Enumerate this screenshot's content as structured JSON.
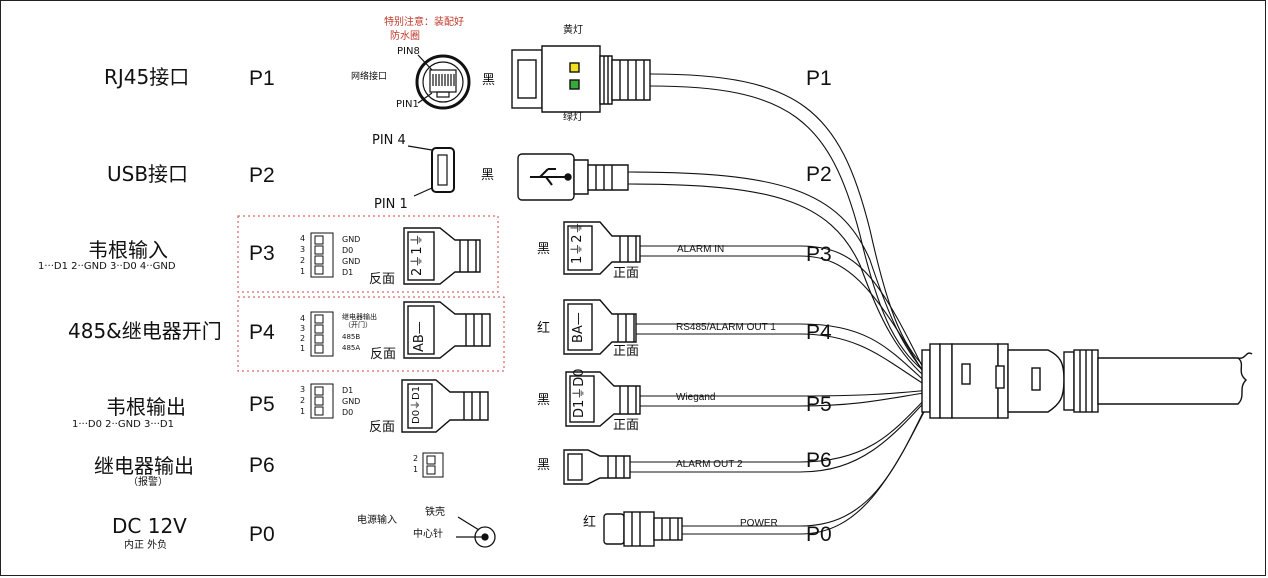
{
  "note": {
    "line1": "特别注意：装配好",
    "line2": "防水圈"
  },
  "rows": [
    {
      "name": "RJ45接口",
      "code": "P1",
      "sub": "",
      "color": "黑"
    },
    {
      "name": "USB接口",
      "code": "P2",
      "sub": "",
      "color": "黑"
    },
    {
      "name": "韦根输入",
      "code": "P3",
      "sub": "1···D1   2··GND   3··D0   4··GND",
      "color": "黑"
    },
    {
      "name": "485&继电器开门",
      "code": "P4",
      "sub": "",
      "color": "红"
    },
    {
      "name": "韦根输出",
      "code": "P5",
      "sub": "1···D0   2··GND   3···D1",
      "color": "黑"
    },
    {
      "name": "继电器输出",
      "code": "P6",
      "sub": "（报警）",
      "color": "黑"
    },
    {
      "name": "DC 12V",
      "code": "P0",
      "sub": "内正 外负",
      "color": "红"
    }
  ],
  "rj45": {
    "pin_top": "PIN8",
    "pin_bottom": "PIN1",
    "label": "网络接口",
    "yellow": "黄灯",
    "green": "绿灯"
  },
  "usb": {
    "pin_top": "PIN 4",
    "pin_bottom": "PIN 1"
  },
  "terminals": {
    "p3": {
      "pins": [
        "4",
        "3",
        "2",
        "1"
      ],
      "labels": [
        "GND",
        "D0",
        "GND",
        "D1"
      ],
      "plug": "2⏚1⏚",
      "side": "反面"
    },
    "p4": {
      "pins": [
        "4",
        "3",
        "2",
        "1"
      ],
      "labels": [
        "继电器输出",
        "（开门）",
        "485B",
        "485A"
      ],
      "plug": "AB—",
      "side": "反面"
    },
    "p5": {
      "pins": [
        "3",
        "2",
        "1"
      ],
      "labels": [
        "D1",
        "GND",
        "D0"
      ],
      "plug": "D0⏚D1",
      "side": "反面"
    },
    "p6": {
      "pins": [
        "2",
        "1"
      ]
    }
  },
  "front": {
    "p3": "1⏚2⏚",
    "p4": "BA—",
    "p5": "D1⏚D0",
    "side": "正面"
  },
  "power": {
    "label": "电源输入",
    "shell": "铁壳",
    "pin": "中心针"
  },
  "cables": {
    "p3": "ALARM IN",
    "p4": "RS485/ALARM OUT 1",
    "p5": "Wiegand",
    "p6": "ALARM OUT 2",
    "p0": "POWER"
  },
  "right_codes": [
    "P1",
    "P2",
    "P3",
    "P4",
    "P5",
    "P6",
    "P0"
  ]
}
